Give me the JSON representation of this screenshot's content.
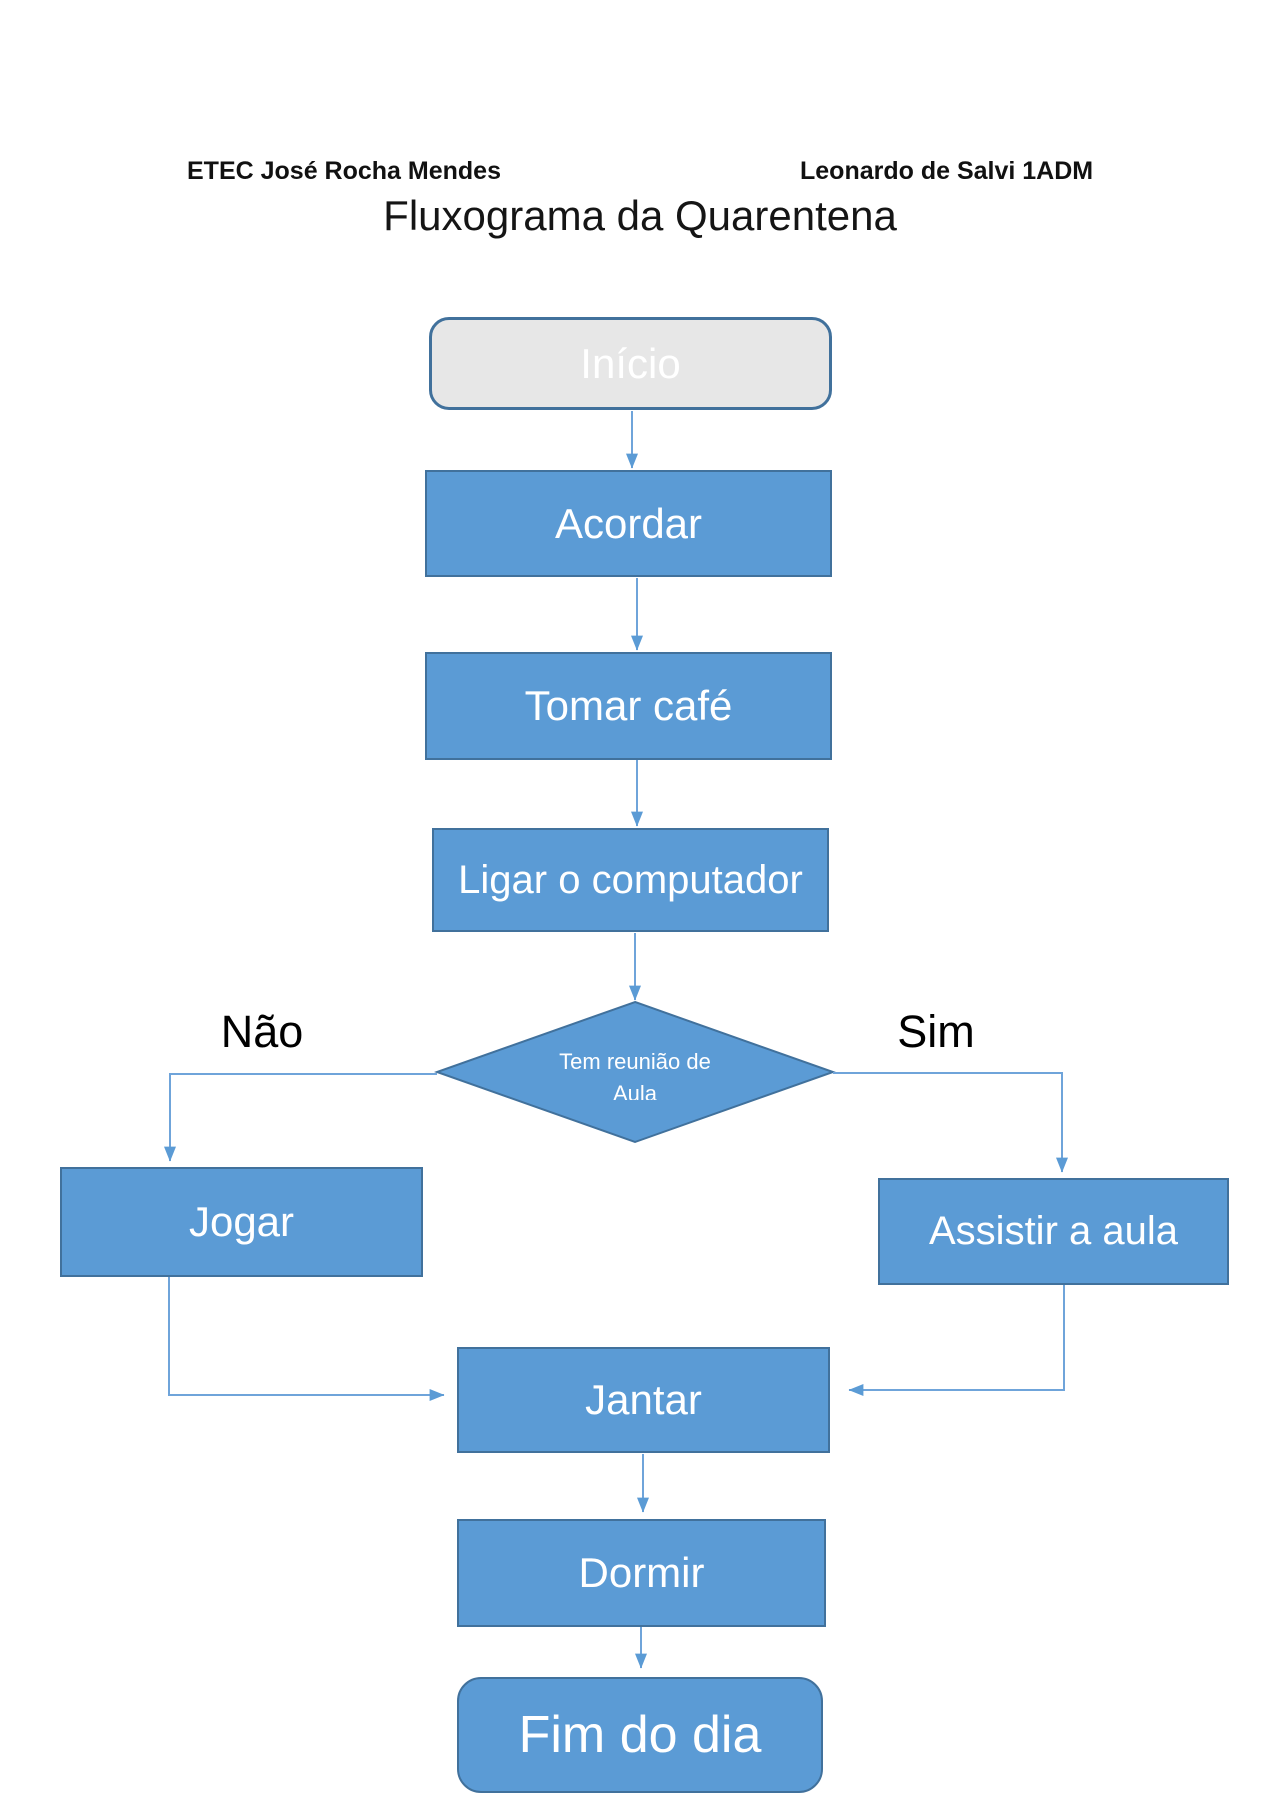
{
  "header": {
    "school": "ETEC José Rocha Mendes",
    "student": "Leonardo de Salvi 1ADM"
  },
  "title": "Fluxograma da Quarentena",
  "flowchart": {
    "nodes": [
      {
        "id": "inicio",
        "type": "start",
        "label": "Início"
      },
      {
        "id": "acordar",
        "type": "process",
        "label": "Acordar"
      },
      {
        "id": "tomar-cafe",
        "type": "process",
        "label": "Tomar café"
      },
      {
        "id": "ligar-computador",
        "type": "process",
        "label": "Ligar o computador"
      },
      {
        "id": "decisao-reuniao",
        "type": "decision",
        "label_line1": "Tem reunião de",
        "label_line2": "Aula"
      },
      {
        "id": "jogar",
        "type": "process",
        "label": "Jogar"
      },
      {
        "id": "assistir-aula",
        "type": "process",
        "label": "Assistir a aula"
      },
      {
        "id": "jantar",
        "type": "process",
        "label": "Jantar"
      },
      {
        "id": "dormir",
        "type": "process",
        "label": "Dormir"
      },
      {
        "id": "fim-do-dia",
        "type": "end",
        "label": "Fim do dia"
      }
    ],
    "branch_labels": {
      "no": "Não",
      "yes": "Sim"
    }
  },
  "colors": {
    "process_fill": "#5b9bd5",
    "shape_border": "#41719c",
    "start_fill": "#e7e7e7",
    "connector": "#6fa4da",
    "arrowhead": "#5b9bd5",
    "text_on_shape": "#ffffff"
  }
}
